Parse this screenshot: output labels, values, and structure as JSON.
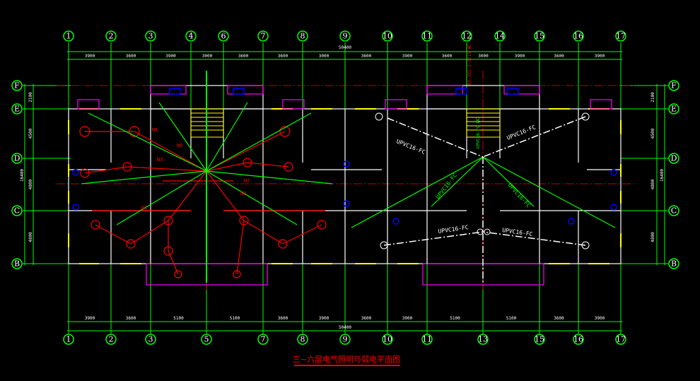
{
  "drawing": {
    "title": "三~六层电气照明与弱电平面图",
    "total_width_label": "50400",
    "total_depth_label": "16400",
    "top_axes": [
      "1",
      "2",
      "3",
      "4",
      "6",
      "7",
      "8",
      "9",
      "10",
      "11",
      "12",
      "14",
      "15",
      "16",
      "17"
    ],
    "bottom_axes": [
      "1",
      "2",
      "3",
      "5",
      "7",
      "8",
      "9",
      "10",
      "11",
      "13",
      "15",
      "16",
      "17"
    ],
    "rows": [
      "F",
      "E",
      "D",
      "C",
      "B"
    ],
    "top_dims": [
      "3900",
      "3600",
      "3900",
      "3000",
      "3600",
      "3600",
      "3000",
      "3600",
      "3900",
      "3600",
      "3000",
      "3900",
      "3600",
      "3900"
    ],
    "bottom_dims": [
      "3900",
      "3600",
      "5100",
      "5100",
      "3600",
      "3900",
      "3600",
      "3900",
      "5100",
      "5100",
      "3600",
      "3900"
    ],
    "side_dims": [
      "2100",
      "4500",
      "4800",
      "4800"
    ],
    "conduit_label": "UPVC16-FC",
    "riser_labels": [
      "BV-3X2.5-SC15 WC",
      "UPVC16-FC WC"
    ],
    "circuit_labels": [
      "N1",
      "N2",
      "N3",
      "N5",
      "N6",
      "N7"
    ],
    "colors": {
      "grid": "#00ff00",
      "wiring": "#ff0000",
      "walls": "#ffffff",
      "windows": "#ffff00",
      "fixtures": "#ff00ff",
      "weak": "#0000ff"
    }
  }
}
